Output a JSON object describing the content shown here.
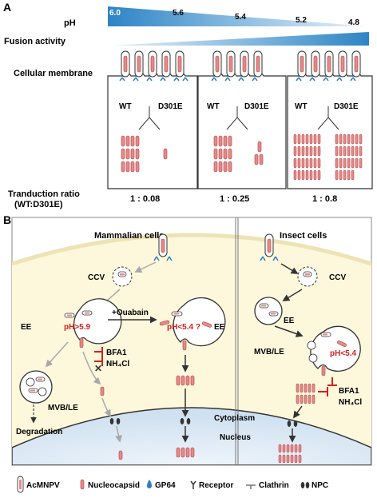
{
  "panelA": {
    "label": "A",
    "ph_label": "pH",
    "ph_ticks": [
      "6.0",
      "5.6",
      "5.4",
      "5.2",
      "4.8"
    ],
    "fusion_label": "Fusion activity",
    "membrane_label": "Cellular membrane",
    "boxes": [
      {
        "left": "WT",
        "right": "D301E",
        "ratio": "1 : 0.08"
      },
      {
        "left": "WT",
        "right": "D301E",
        "ratio": "1 : 0.25"
      },
      {
        "left": "WT",
        "right": "D301E",
        "ratio": "1 : 0.8"
      }
    ],
    "ratio_label_line1": "Tranduction ratio",
    "ratio_label_line2": "(WT:D301E)",
    "colors": {
      "gradient_dark": "#2d84c6",
      "gradient_light": "#e9f4fb",
      "capsid": "#e58a8a",
      "capsid_stroke": "#b23a3a",
      "receptor": "#2f7fc1"
    }
  },
  "panelB": {
    "label": "B",
    "mammalian": {
      "title": "Mammalian cells",
      "ccv": "CCV",
      "ee": "EE",
      "ph_high": "pH>5.9",
      "ouabain": "+Ouabain",
      "ph_low": "pH<5.4 ?",
      "ee2": "EE",
      "bfa1": "BFA1",
      "nh4cl": "NH₄Cl",
      "mvb": "MVB/LE",
      "degradation": "Degradation"
    },
    "insect": {
      "title": "Insect cells",
      "ccv": "CCV",
      "ee": "EE",
      "mvb": "MVB/LE",
      "ph_low": "pH<5.4",
      "bfa1": "BFA1",
      "nh4cl": "NH₄Cl"
    },
    "cytoplasm": "Cytoplasm",
    "nucleus": "Nucleus",
    "colors": {
      "cell_bg": "#fdf8dc",
      "nucleus": "#d9e8f5",
      "membrane": "#e9dfae",
      "arrow": "#333333",
      "gray_arrow": "#a8a8a8",
      "red": "#d42020"
    }
  },
  "legend": [
    {
      "icon": "acmnpv-icon",
      "label": "AcMNPV"
    },
    {
      "icon": "nucleocapsid-icon",
      "label": "Nucleocapsid"
    },
    {
      "icon": "gp64-icon",
      "label": "GP64"
    },
    {
      "icon": "receptor-icon",
      "label": "Receptor"
    },
    {
      "icon": "clathrin-icon",
      "label": "Clathrin"
    },
    {
      "icon": "npc-icon",
      "label": "NPC"
    }
  ]
}
